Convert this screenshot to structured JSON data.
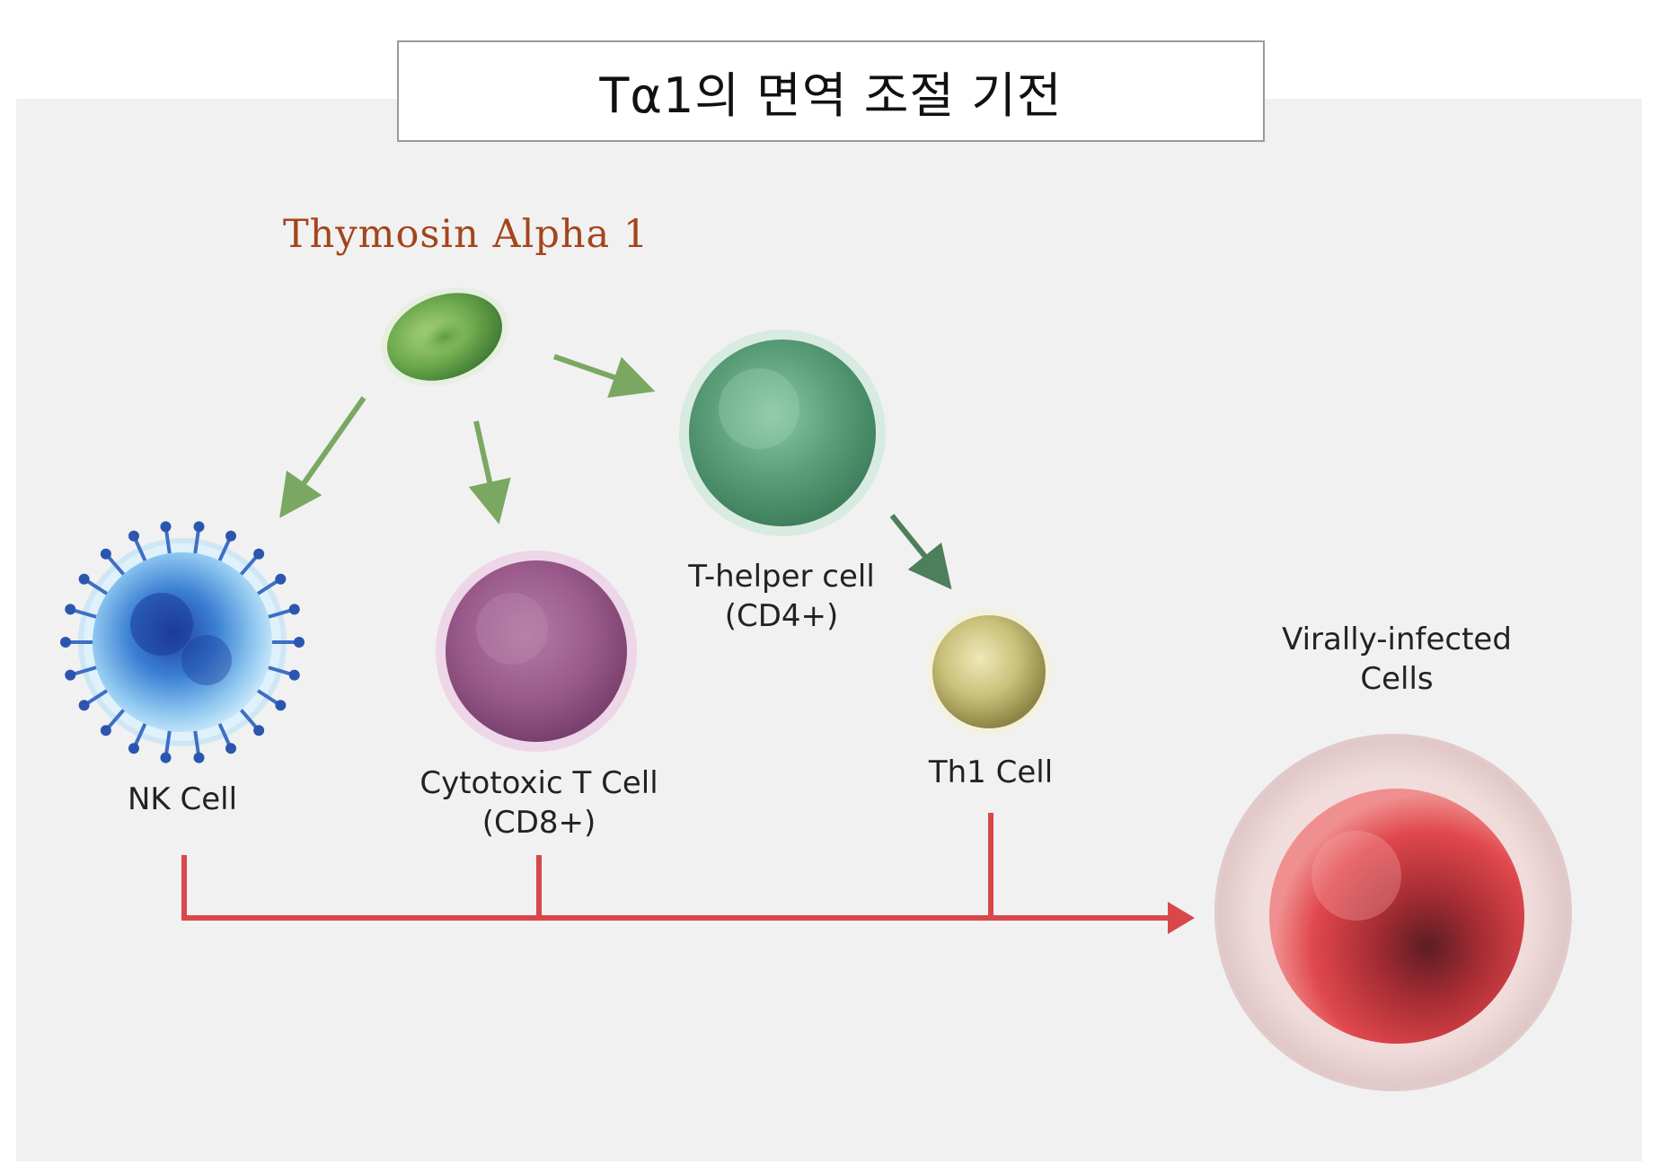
{
  "title": "Tα1의 면역 조절 기전",
  "source": {
    "label": "Thymosin Alpha 1"
  },
  "cells": {
    "nk": {
      "label": "NK Cell"
    },
    "cytotoxic": {
      "line1": "Cytotoxic T Cell",
      "line2": "(CD8+)"
    },
    "thelper": {
      "line1": "T-helper cell",
      "line2": "(CD4+)"
    },
    "th1": {
      "label": "Th1 Cell"
    },
    "virally_infected": {
      "line1": "Virally-infected",
      "line2": "Cells"
    }
  },
  "colors": {
    "panel_background": "#f1f1f1",
    "source_label": "#a4451c",
    "green_arrow": "#7aa862",
    "dark_green_arrow": "#4c7f5a",
    "red_connector": "#d9474a"
  }
}
